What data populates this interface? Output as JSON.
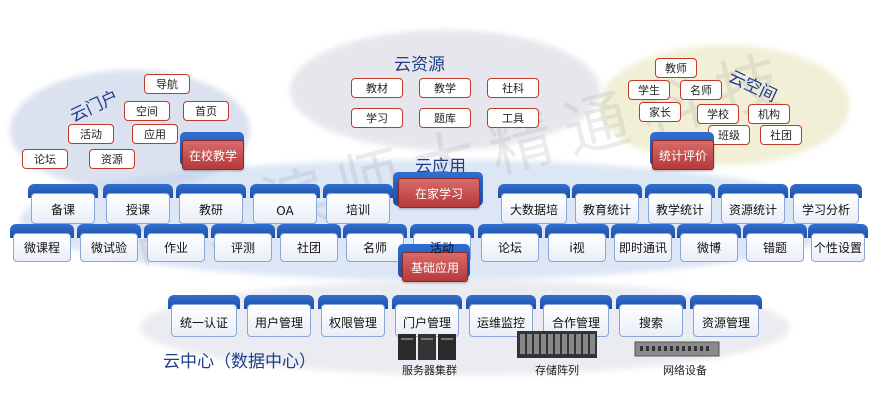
{
  "portal": {
    "title": "云门户",
    "items": [
      "导航",
      "空间",
      "首页",
      "活动",
      "应用",
      "论坛",
      "资源"
    ]
  },
  "resources": {
    "title": "云资源",
    "items": [
      "教材",
      "教学",
      "社科",
      "学习",
      "题库",
      "工具"
    ]
  },
  "space": {
    "title": "云空间",
    "items": [
      "教师",
      "学生",
      "名师",
      "家长",
      "学校",
      "机构",
      "班级",
      "社团"
    ]
  },
  "apps": {
    "title": "云应用",
    "school_teaching": "在校教学",
    "home_learning": "在家学习",
    "stat_eval": "统计评价",
    "base_apps": "基础应用",
    "school_row": [
      "备课",
      "授课",
      "教研",
      "OA",
      "培训"
    ],
    "eval_row": [
      "大数据培",
      "教育统计",
      "教学统计",
      "资源统计",
      "学习分析"
    ],
    "left_row": [
      "微课程",
      "微试验",
      "作业",
      "评测",
      "社团",
      "名师",
      "活动"
    ],
    "right_row": [
      "论坛",
      "i视",
      "即时通讯",
      "微博",
      "错题",
      "个性设置"
    ]
  },
  "center": {
    "title": "云中心（数据中心）",
    "services": [
      "统一认证",
      "用户管理",
      "权限管理",
      "门户管理",
      "运维监控",
      "合作管理",
      "搜索",
      "资源管理"
    ],
    "devices": [
      "服务器集群",
      "存储阵列",
      "网络设备"
    ]
  },
  "watermark": "哈尔滨师大精通科技"
}
